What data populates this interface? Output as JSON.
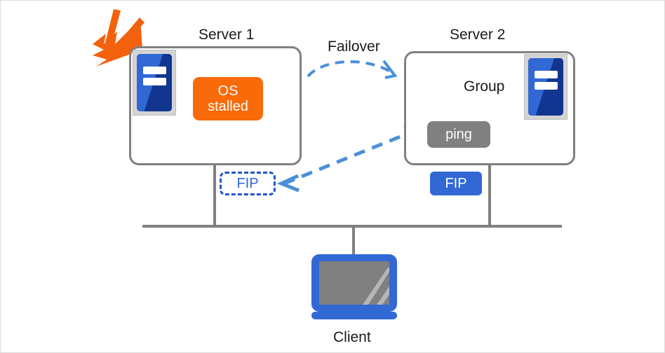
{
  "diagram": {
    "title_server1": "Server 1",
    "title_server2": "Server 2",
    "title_client": "Client",
    "group_label": "Group",
    "os_stalled_line1": "OS",
    "os_stalled_line2": "stalled",
    "ping_label": "ping",
    "fip_active_label": "FIP",
    "fip_inactive_label": "FIP",
    "failover_label": "Failover"
  },
  "colors": {
    "accent_blue": "#3168d4",
    "arrow_blue": "#4a90d9",
    "dashed_border_blue": "#2255c4",
    "alert_orange": "#f96a08",
    "grey_line": "#808080",
    "ping_grey": "#808080",
    "rack_border_grey": "#d4d4d4",
    "text_dark": "#1a1a1a",
    "canvas_border": "#dcdcdc"
  },
  "icons": {
    "server_rack": "server-rack-icon",
    "group_logo": "group-logo-icon",
    "client_monitor": "monitor-icon",
    "fault": "lightning-burst-icon",
    "failover_arrow": "curved-dashed-arrow-icon",
    "fip_transfer_arrow": "double-headed-dashed-arrow-icon"
  }
}
